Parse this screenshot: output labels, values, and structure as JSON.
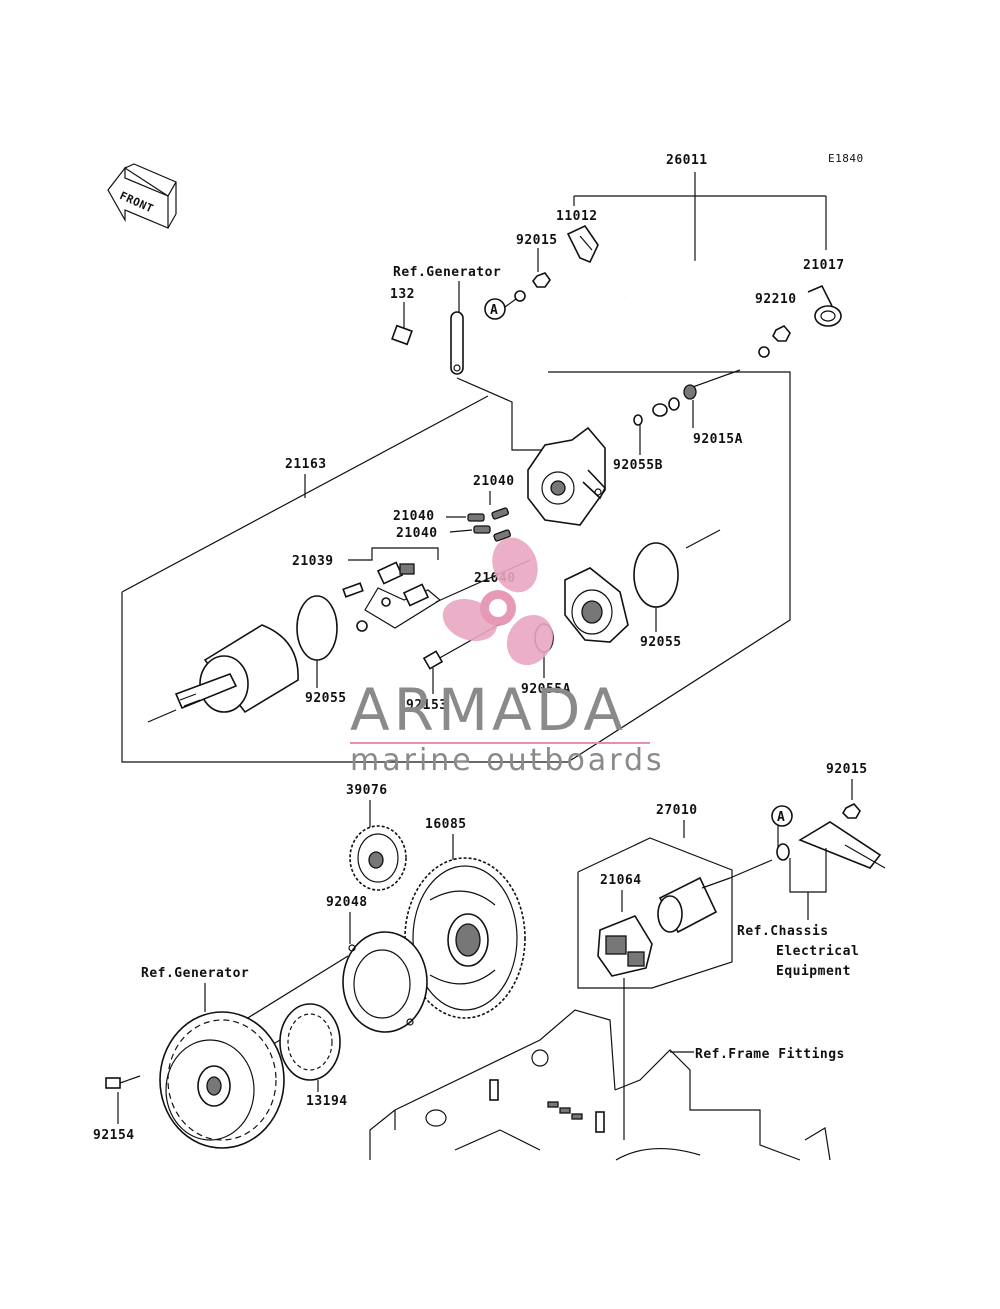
{
  "diagram_code": "E1840",
  "front_label": "FRONT",
  "watermark": {
    "brand": "ARMADA",
    "tagline": "marine outboards",
    "colors": {
      "logo": "#e9a7c2",
      "logo_hub": "#e58fb1",
      "text": "#8a8a8a"
    }
  },
  "labels": {
    "l26011": "26011",
    "l11012": "11012",
    "l92015a": "92015",
    "l21017": "21017",
    "l92210": "92210",
    "l132": "132",
    "refGen1": "Ref.Generator",
    "l92015A": "92015A",
    "l92055B": "92055B",
    "l21163": "21163",
    "l21040a": "21040",
    "l21040b": "21040",
    "l21040c": "21040",
    "l21039": "21039",
    "l21040d": "21040",
    "l92055a": "92055",
    "l92055b": "92055",
    "l92153": "92153",
    "l92055A": "92055A",
    "l39076": "39076",
    "l16085": "16085",
    "l92048": "92048",
    "refGen2": "Ref.Generator",
    "l13194": "13194",
    "l92154": "92154",
    "l27010": "27010",
    "l21064": "21064",
    "l92015b": "92015",
    "refChassis1": "Ref.Chassis",
    "refChassis2": "Electrical",
    "refChassis3": "Equipment",
    "refFrame": "Ref.Frame Fittings",
    "markA1": "A",
    "markA2": "A"
  }
}
